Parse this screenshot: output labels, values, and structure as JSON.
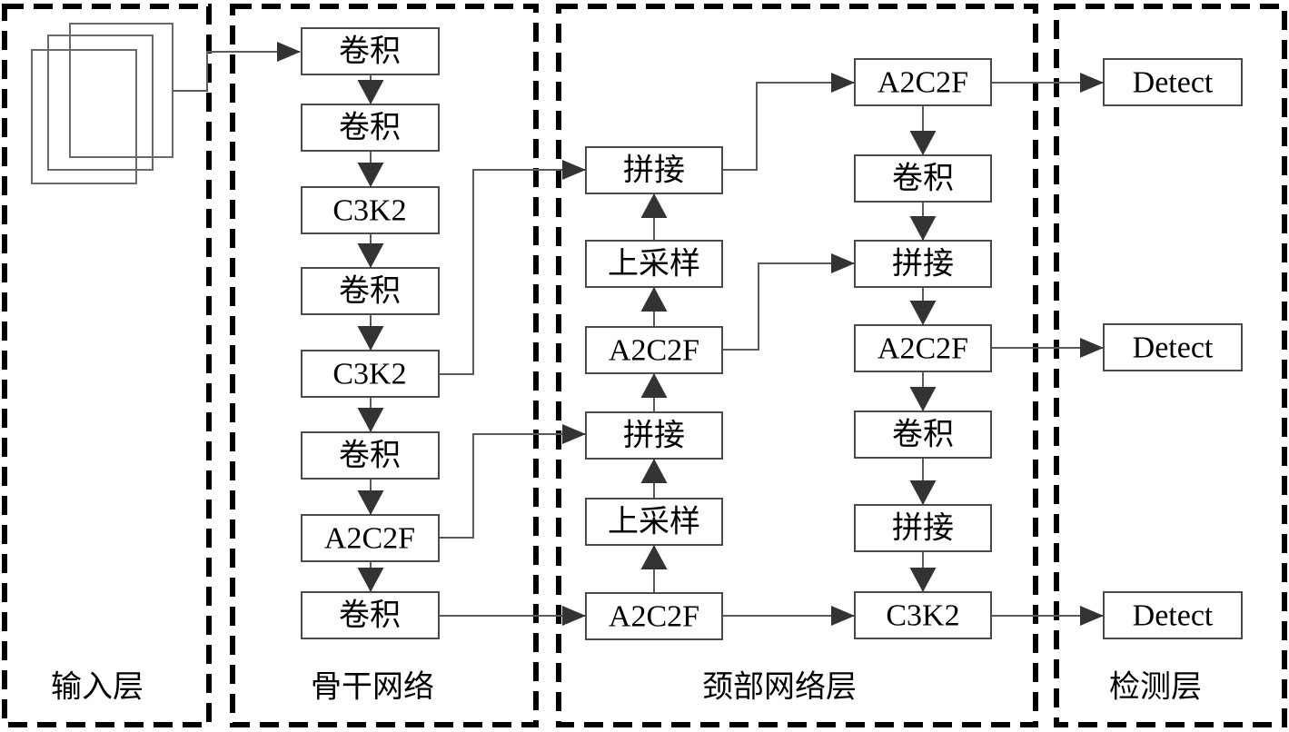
{
  "diagram": {
    "layers": [
      {
        "id": "input",
        "label": "输入层"
      },
      {
        "id": "backbone",
        "label": "骨干网络"
      },
      {
        "id": "neck",
        "label": "颈部网络层"
      },
      {
        "id": "detect",
        "label": "检测层"
      }
    ],
    "nodes": {
      "backbone": [
        "卷积",
        "卷积",
        "C3K2",
        "卷积",
        "C3K2",
        "卷积",
        "A2C2F",
        "卷积"
      ],
      "neck_left": [
        "拼接",
        "上采样",
        "A2C2F",
        "拼接",
        "上采样",
        "A2C2F"
      ],
      "neck_right": [
        "A2C2F",
        "卷积",
        "拼接",
        "A2C2F",
        "卷积",
        "拼接",
        "C3K2"
      ],
      "detect": [
        "Detect",
        "Detect",
        "Detect"
      ]
    },
    "colors": {
      "background": "#ffffff",
      "container_border": "#000000",
      "box_border": "#4a4a4a",
      "connector_line": "#5a5a5a",
      "arrowhead": "#333333",
      "text": "#000000"
    }
  }
}
